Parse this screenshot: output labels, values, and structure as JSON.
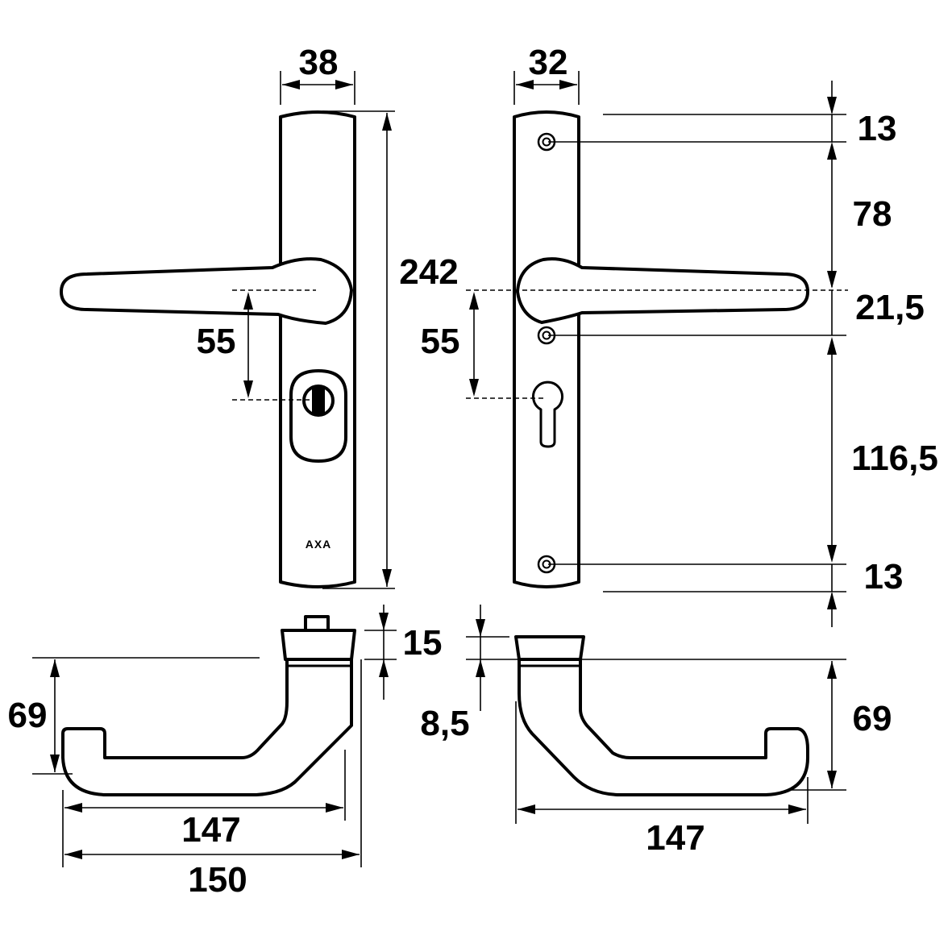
{
  "brand": "AXA",
  "dimensions": {
    "plate_width_left": "38",
    "plate_width_right": "32",
    "plate_height": "242",
    "lever_to_cylinder_left": "55",
    "lever_to_cylinder_right": "55",
    "top_to_screw": "13",
    "screw_to_lever": "78",
    "lever_to_screw": "21,5",
    "screw_to_screw": "116,5",
    "bottom_to_screw": "13",
    "rosette_height": "15",
    "neck_height": "8,5",
    "lever_drop_left": "69",
    "lever_drop_right": "69",
    "lever_length_left": "147",
    "total_length_left": "150",
    "lever_length_right": "147"
  }
}
